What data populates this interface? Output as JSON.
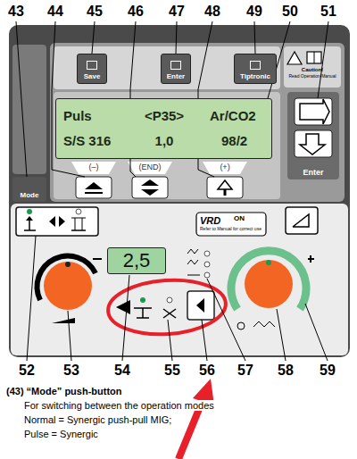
{
  "diagram": {
    "nodes": [
      {
        "text": [
          "Save"
        ]
      },
      {
        "text": [
          "Enter"
        ]
      },
      {
        "text": [
          "Tiptronic"
        ]
      },
      {
        "text": [
          "Puls",
          "S/S 316",
          "<P35>",
          "1,0",
          "Ar/CO2",
          "98/2"
        ]
      },
      {
        "text": [
          "Enter"
        ]
      },
      {
        "text": [
          "Mode"
        ]
      },
      {
        "text": [
          "2,5"
        ]
      }
    ],
    "labels": [
      "43",
      "44",
      "45",
      "46",
      "47",
      "48",
      "49",
      "50",
      "51",
      "Caution!",
      "Read Operation Manual",
      "(–)",
      "(END)",
      "(+)",
      "VRD",
      "ON",
      "Refer to Manual for correct use",
      "52",
      "53",
      "54",
      "55",
      "56",
      "57",
      "58",
      "59",
      "(43) “Mode” push-button",
      "For switching between the operation modes",
      "Normal = Synergic push-pull MIG;",
      "Pulse = Synergic"
    ]
  }
}
